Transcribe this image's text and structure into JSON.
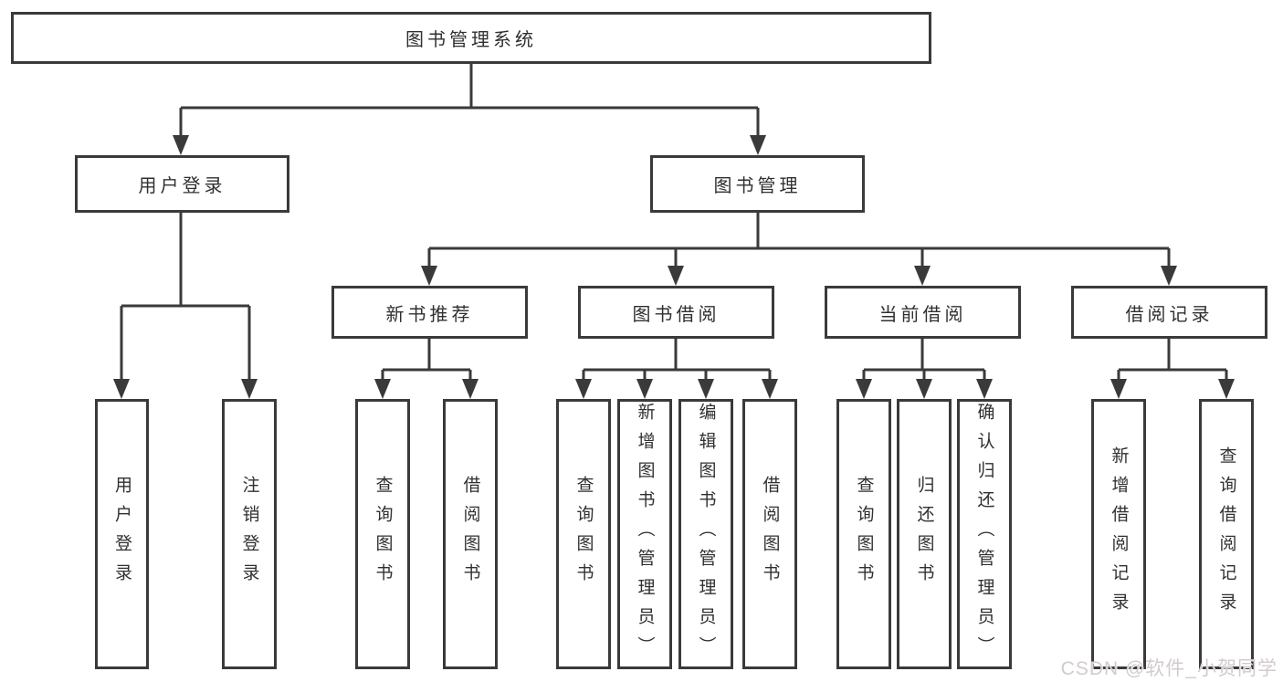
{
  "diagram": {
    "root": {
      "label": "图书管理系统"
    },
    "level2": [
      {
        "label": "用户登录"
      },
      {
        "label": "图书管理"
      }
    ],
    "level3": [
      {
        "label": "新书推荐"
      },
      {
        "label": "图书借阅"
      },
      {
        "label": "当前借阅"
      },
      {
        "label": "借阅记录"
      }
    ],
    "leaves": [
      {
        "label": "用户登录"
      },
      {
        "label": "注销登录"
      },
      {
        "label": "查询图书"
      },
      {
        "label": "借阅图书"
      },
      {
        "label": "查询图书"
      },
      {
        "label": "新增图书（管理员）"
      },
      {
        "label": "编辑图书（管理员）"
      },
      {
        "label": "借阅图书"
      },
      {
        "label": "查询图书"
      },
      {
        "label": "归还图书"
      },
      {
        "label": "确认归还（管理员）"
      },
      {
        "label": "新增借阅记录"
      },
      {
        "label": "查询借阅记录"
      }
    ]
  },
  "watermark": {
    "text": "CSDN @软件_小贺同学"
  },
  "colors": {
    "line": "#3a3a3a",
    "text": "#303030",
    "background": "#ffffff",
    "watermark": "#d3cbcb"
  }
}
